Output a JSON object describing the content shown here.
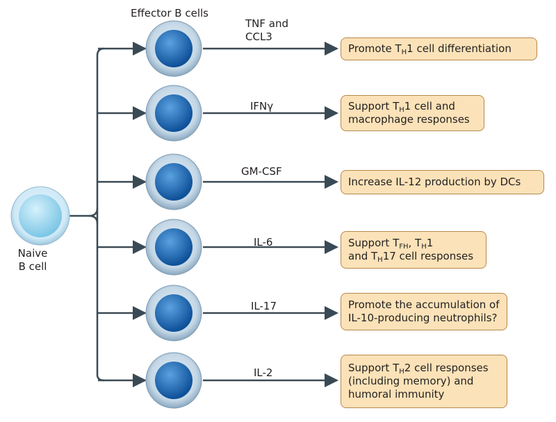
{
  "naive_cell": {
    "label_line1": "Naive",
    "label_line2": "B cell"
  },
  "effector_header": "Effector B cells",
  "rows": [
    {
      "cytokine_line1": "TNF and",
      "cytokine_line2": "CCL3",
      "outcome": [
        [
          {
            "t": "Promote T"
          },
          {
            "sub": "H"
          },
          {
            "t": "1 cell differentiation"
          }
        ]
      ]
    },
    {
      "cytokine_line1": "IFNγ",
      "cytokine_line2": "",
      "outcome": [
        [
          {
            "t": "Support T"
          },
          {
            "sub": "H"
          },
          {
            "t": "1 cell and"
          }
        ],
        [
          {
            "t": "macrophage responses"
          }
        ]
      ]
    },
    {
      "cytokine_line1": "GM-CSF",
      "cytokine_line2": "",
      "outcome": [
        [
          {
            "t": "Increase IL-12 production by DCs"
          }
        ]
      ]
    },
    {
      "cytokine_line1": "IL-6",
      "cytokine_line2": "",
      "outcome": [
        [
          {
            "t": "Support T"
          },
          {
            "sub": "FH"
          },
          {
            "t": ", T"
          },
          {
            "sub": "H"
          },
          {
            "t": "1"
          }
        ],
        [
          {
            "t": "and T"
          },
          {
            "sub": "H"
          },
          {
            "t": "17 cell responses"
          }
        ]
      ]
    },
    {
      "cytokine_line1": "IL-17",
      "cytokine_line2": "",
      "outcome": [
        [
          {
            "t": "Promote the accumulation of"
          }
        ],
        [
          {
            "t": "IL-10-producing neutrophils?"
          }
        ]
      ]
    },
    {
      "cytokine_line1": "IL-2",
      "cytokine_line2": "",
      "outcome": [
        [
          {
            "t": "Support T"
          },
          {
            "sub": "H"
          },
          {
            "t": "2 cell responses"
          }
        ],
        [
          {
            "t": "(including memory) and"
          }
        ],
        [
          {
            "t": "humoral immunity"
          }
        ]
      ]
    }
  ],
  "colors": {
    "connector": "#3a4a55",
    "naive_fill": "#a9ddf2",
    "effector_fill": "#1f6fbf",
    "outcome_box": "#fbe2b8",
    "outcome_border": "#b8874a"
  }
}
